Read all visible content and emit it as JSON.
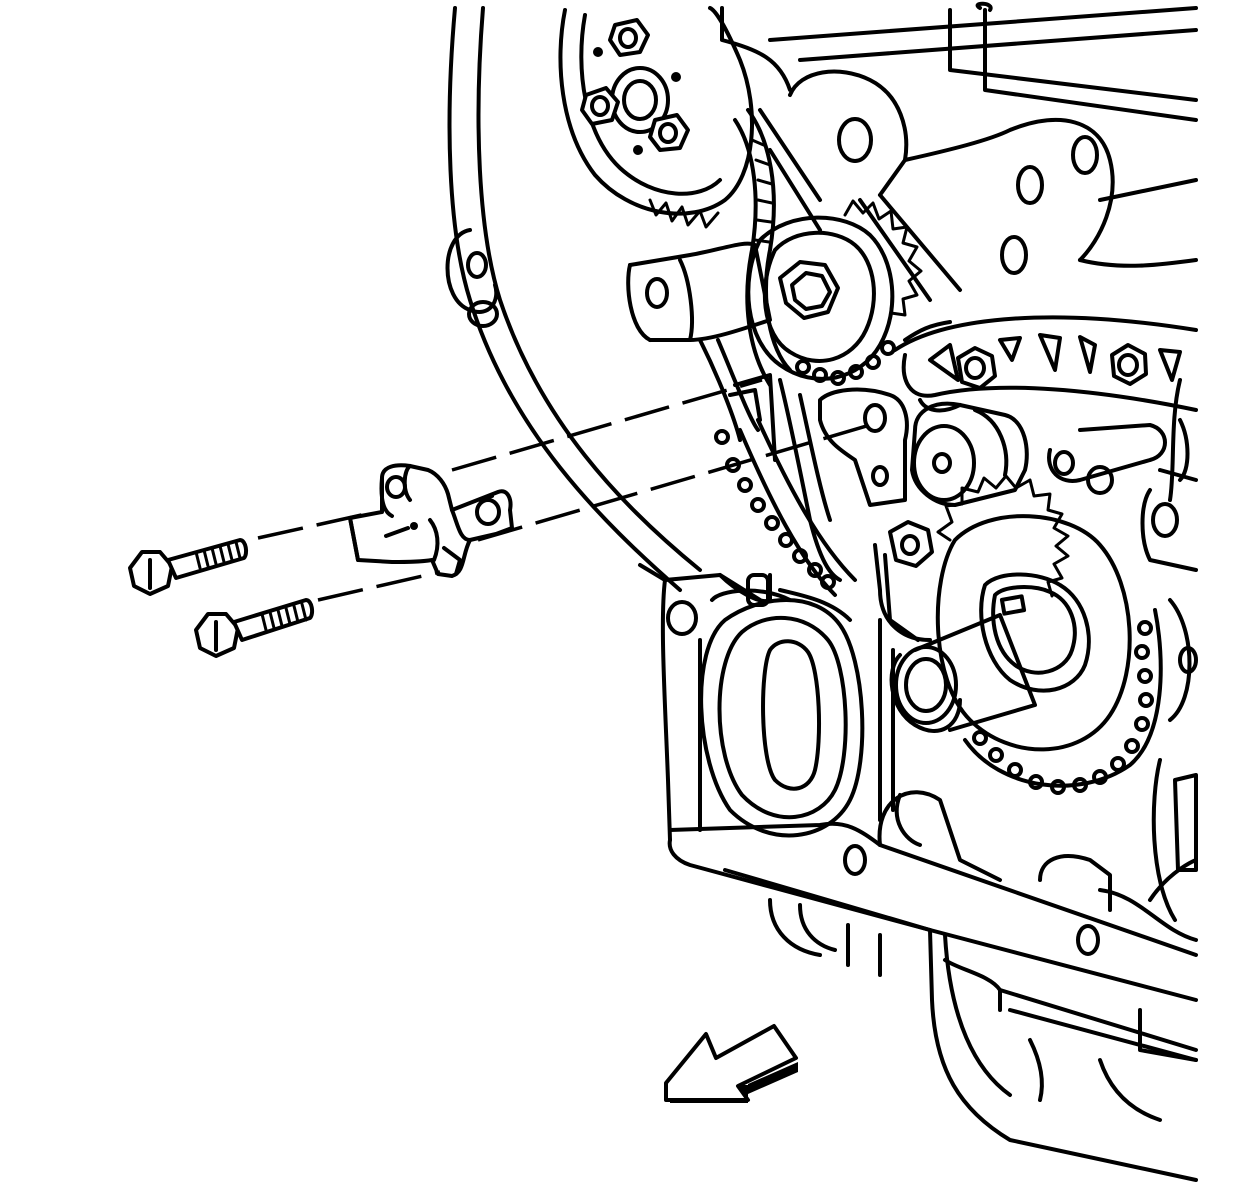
{
  "diagram": {
    "style": "black-and-white line illustration",
    "stroke_color": "#000000",
    "background_color": "#ffffff",
    "parts": [
      "engine-block",
      "timing-chain",
      "camshaft-sprocket",
      "crankshaft-sprocket",
      "chain-guide",
      "chain-tensioner",
      "tensioner-bolt",
      "tensioner-bolt"
    ],
    "arrow_icon": "view-direction-arrow-icon"
  }
}
